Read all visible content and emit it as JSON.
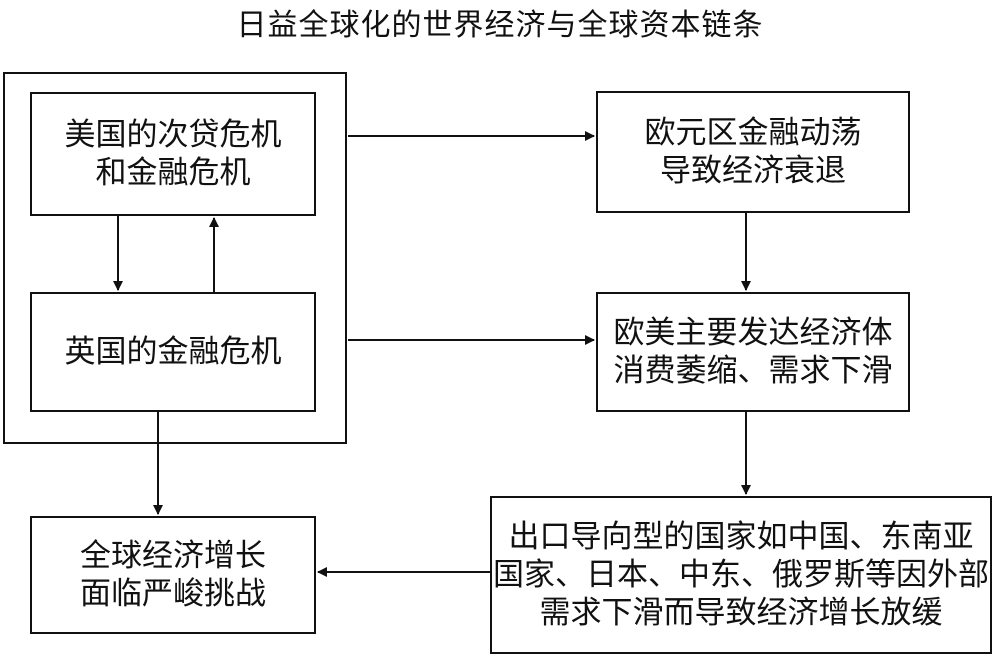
{
  "title": "日益全球化的世界经济与全球资本链条",
  "nodes": {
    "us_crisis": "美国的次贷危机\n和金融危机",
    "uk_crisis": "英国的金融危机",
    "eurozone": "欧元区金融动荡\n导致经济衰退",
    "developed_consumption": "欧美主要发达经济体\n消费萎缩、需求下滑",
    "export_countries": "出口导向型的国家如中国、东南亚\n国家、日本、中东、俄罗斯等因外部\n需求下滑而导致经济增长放缓",
    "global_growth": "全球经济增长\n面临严峻挑战"
  }
}
